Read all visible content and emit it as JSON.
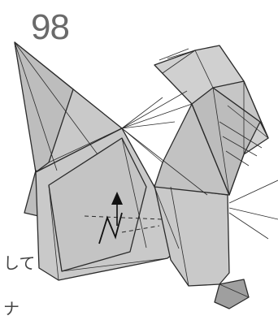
{
  "step": {
    "number": "98"
  },
  "margin_text": {
    "line1": "して",
    "line2": "ナ"
  },
  "colors": {
    "paper": "#c9c9c9",
    "paper_dark": "#b8b8b8",
    "line": "#2b2b2b",
    "arrow": "#111111"
  },
  "icons": {
    "fold_arrow": "arrow-up-icon",
    "zigzag": "zigzag-fold-icon"
  }
}
